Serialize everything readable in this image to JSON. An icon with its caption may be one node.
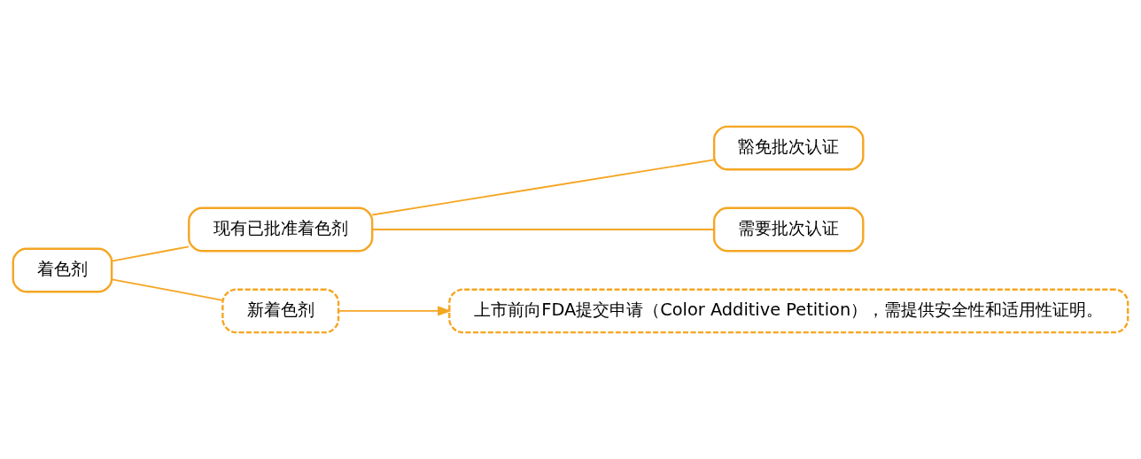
{
  "diagram": {
    "nodes": [
      {
        "text": [
          "着色剂"
        ]
      },
      {
        "text": [
          "现有已批准着色剂"
        ]
      },
      {
        "text": [
          "豁免批次认证"
        ]
      },
      {
        "text": [
          "需要批次认证"
        ]
      },
      {
        "text": [
          "新着色剂"
        ]
      },
      {
        "text": [
          "上市前向FDA提交申请（Color Additive Petition），需提供安全性和适用性证明。"
        ]
      }
    ],
    "edges": [
      {
        "from": 0,
        "to": 1,
        "arrow": "none"
      },
      {
        "from": 1,
        "to": 2,
        "arrow": "none"
      },
      {
        "from": 1,
        "to": 3,
        "arrow": "none"
      },
      {
        "from": 0,
        "to": 4,
        "arrow": "none"
      },
      {
        "from": 4,
        "to": 5,
        "arrow": "to"
      }
    ]
  }
}
